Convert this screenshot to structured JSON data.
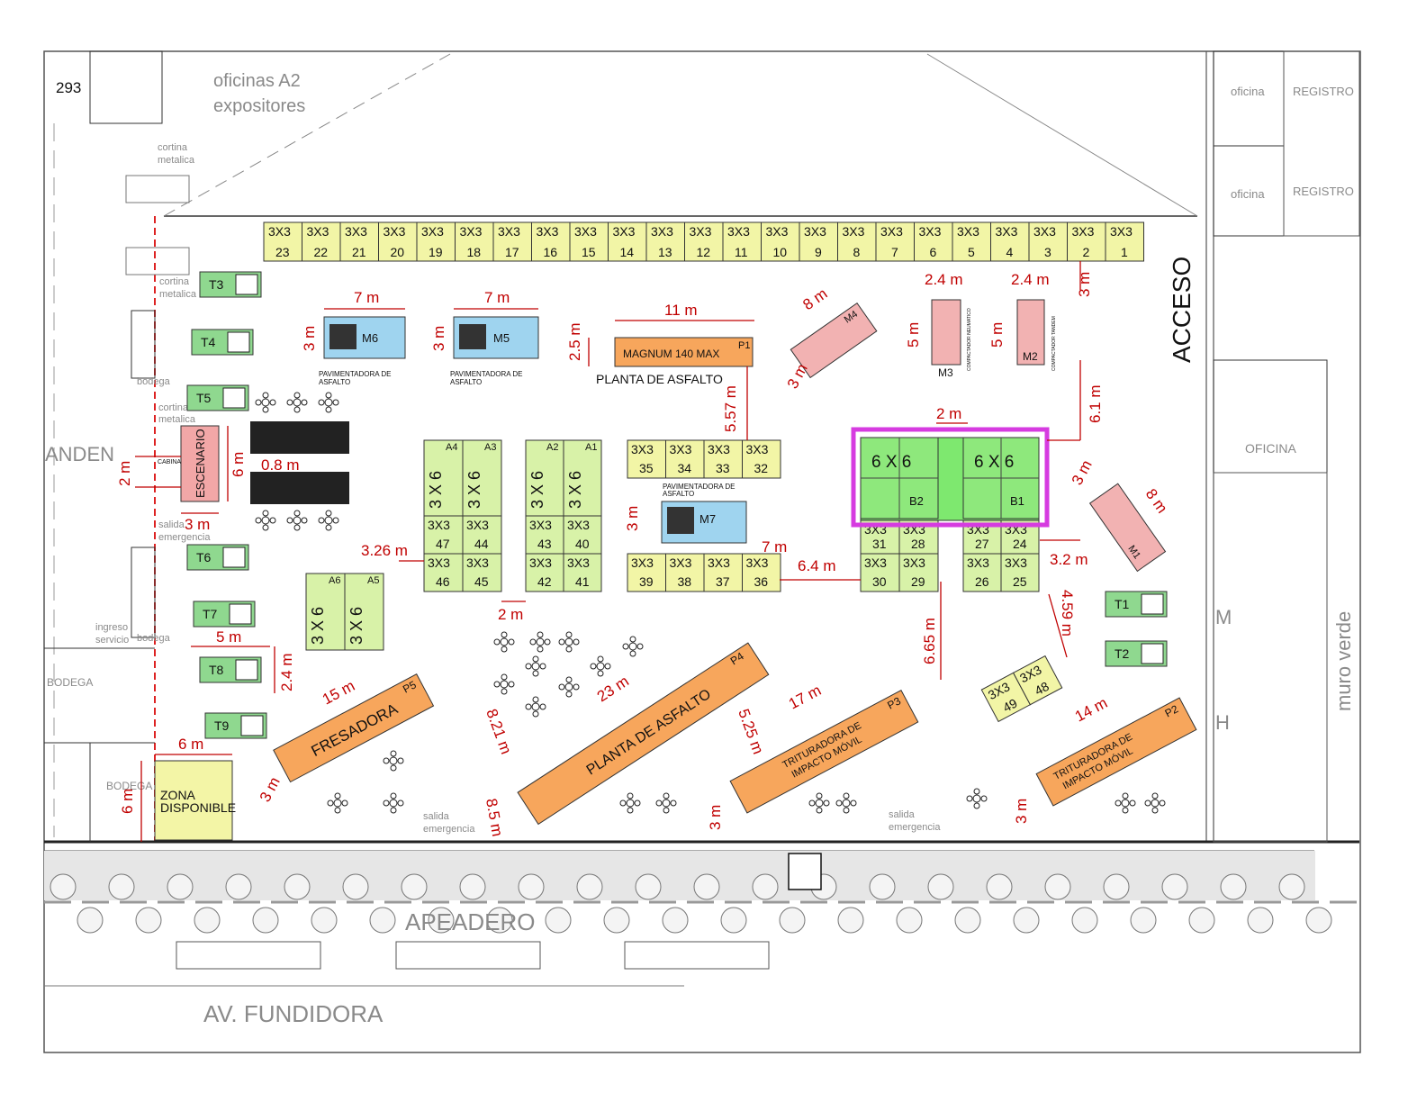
{
  "labels": {
    "num293": "293",
    "oficinas_line1": "oficinas A2",
    "oficinas_line2": "expositores",
    "cortina_metalica": "cortina metalica",
    "cortina_word": "cortina",
    "metalica_word": "metalica",
    "bodega": "bodega",
    "bodega_upper": "BODEGA",
    "anden": "ANDEN",
    "cabina": "CABINA",
    "escenario": "ESCENARIO",
    "salida_emergencia_1": "salida",
    "salida_emergencia_2": "emergencia",
    "ingreso_servicio_1": "ingreso",
    "ingreso_servicio_2": "servicio",
    "zona_disponible_1": "ZONA",
    "zona_disponible_2": "DISPONIBLE",
    "acceso": "ACCESO",
    "oficina": "oficina",
    "registro": "REGISTRO",
    "oficina_upper": "OFICINA",
    "muro_verde": "muro verde",
    "apeadero": "APEADERO",
    "av_fundidora": "AV. FUNDIDORA",
    "pavimentadora_1": "PAVIMENTADORA DE",
    "pavimentadora_2": "ASFALTO",
    "magnum": "MAGNUM 140 MAX",
    "planta_asfalto": "PLANTA DE ASFALTO",
    "fresadora": "FRESADORA",
    "trituradora_1": "TRITURADORA DE",
    "trituradora_2": "IMPACTO MÓVIL",
    "compactador_neumatico": "COMPACTADOR NEUMATICO",
    "compactador_tandem": "COMPACTADOR TANDEM",
    "booth_3x3": "3X3",
    "booth_3x6": "3 X 6",
    "booth_6x6": "6 X 6",
    "letter_m": "M",
    "letter_h": "H"
  },
  "booths_top_row": [
    "23",
    "22",
    "21",
    "20",
    "19",
    "18",
    "17",
    "16",
    "15",
    "14",
    "13",
    "12",
    "11",
    "10",
    "9",
    "8",
    "7",
    "6",
    "5",
    "4",
    "3",
    "2",
    "1"
  ],
  "booths_35_32": [
    "35",
    "34",
    "33",
    "32"
  ],
  "booths_39_36": [
    "39",
    "38",
    "37",
    "36"
  ],
  "booths_47_44": [
    "47",
    "44"
  ],
  "booths_46_45": [
    "46",
    "45"
  ],
  "booths_43_40": [
    "43",
    "40"
  ],
  "booths_42_41": [
    "42",
    "41"
  ],
  "booths_31_28": [
    "31",
    "28"
  ],
  "booths_30_29": [
    "30",
    "29"
  ],
  "booths_27_24": [
    "27",
    "24"
  ],
  "booths_26_25": [
    "26",
    "25"
  ],
  "booths_49_48": [
    "49",
    "48"
  ],
  "codes": {
    "A1": "A1",
    "A2": "A2",
    "A3": "A3",
    "A4": "A4",
    "A5": "A5",
    "A6": "A6",
    "B1": "B1",
    "B2": "B2",
    "M1": "M1",
    "M2": "M2",
    "M3": "M3",
    "M4": "M4",
    "M5": "M5",
    "M6": "M6",
    "M7": "M7",
    "P1": "P1",
    "P2": "P2",
    "P3": "P3",
    "P4": "P4",
    "P5": "P5",
    "T1": "T1",
    "T2": "T2",
    "T3": "T3",
    "T4": "T4",
    "T5": "T5",
    "T6": "T6",
    "T7": "T7",
    "T8": "T8",
    "T9": "T9"
  },
  "dimensions": {
    "d7m": "7 m",
    "d11m": "11 m",
    "d8m": "8 m",
    "d3m": "3 m",
    "d2_5m": "2.5 m",
    "d2_4m": "2.4 m",
    "d5m": "5 m",
    "d5_57m": "5.57 m",
    "d6_1m": "6.1 m",
    "d2m": "2 m",
    "d6m": "6 m",
    "d0_8m": "0.8 m",
    "d3_26m": "3.26 m",
    "d6_4m": "6.4 m",
    "d3_2m": "3.2 m",
    "d4_59m": "4.59 m",
    "d6_65m": "6.65 m",
    "d15m": "15 m",
    "d23m": "23 m",
    "d8_21m": "8.21 m",
    "d5_25m": "5.25 m",
    "d17m": "17 m",
    "d14m": "14 m",
    "d8_5m": "8.5 m"
  },
  "colors": {
    "booth_yellow": "#f2f5a6",
    "booth_green": "#d8f2a8",
    "booth_bright_green": "#7ee86f",
    "machine_orange": "#f7a65c",
    "machine_pink": "#f2b2b2",
    "machine_blue": "#9fd4ef",
    "truck_green": "#8fd88f",
    "dimension_red": "#c00000",
    "highlight_magenta": "#d63be0"
  }
}
